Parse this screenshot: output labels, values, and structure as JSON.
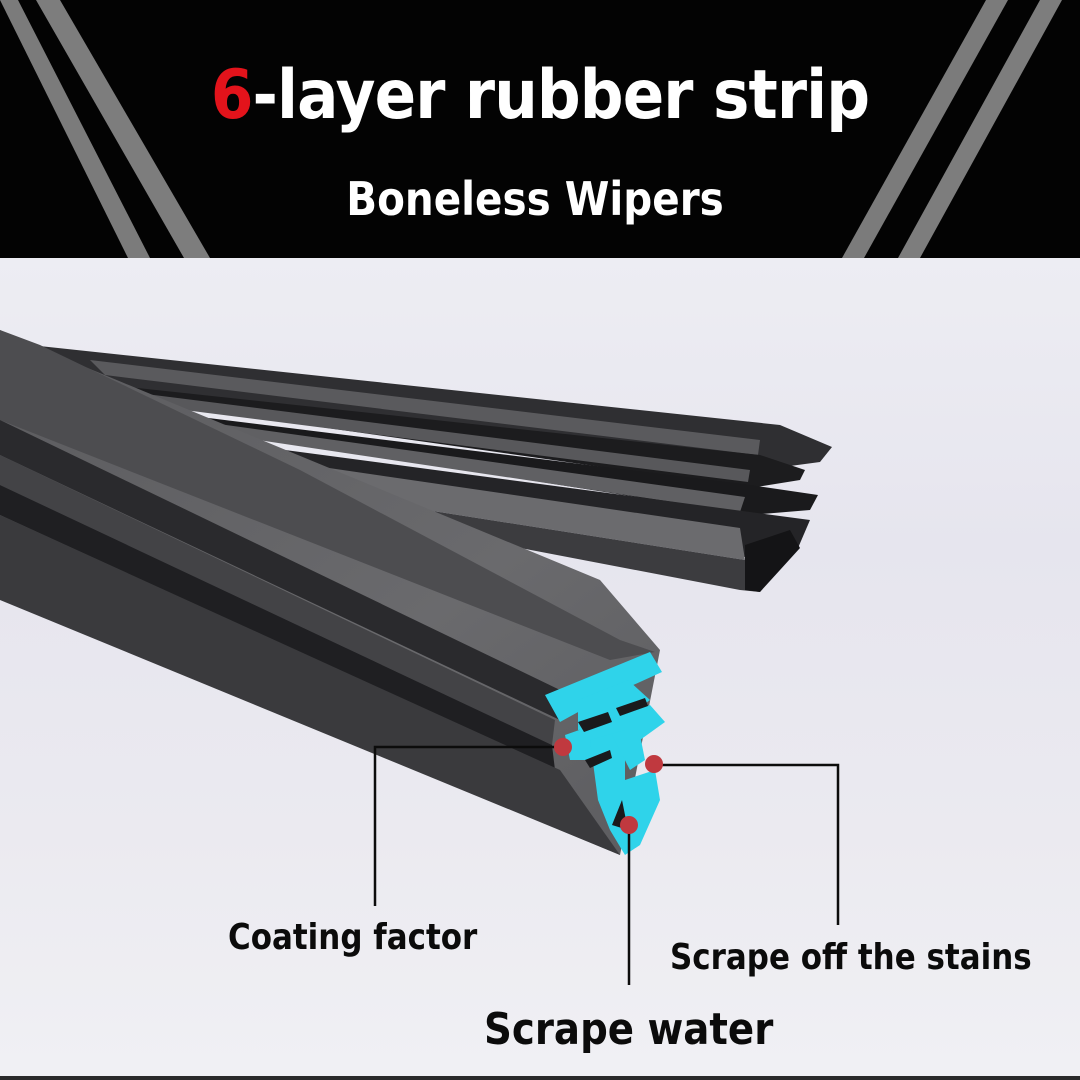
{
  "header": {
    "title_accent": "6",
    "title_rest": "-layer rubber strip",
    "subtitle": "Boneless Wipers"
  },
  "callouts": [
    {
      "id": "coating",
      "label": "Coating factor"
    },
    {
      "id": "stains",
      "label": "Scrape off the stains"
    },
    {
      "id": "water",
      "label": "Scrape water"
    }
  ],
  "colors": {
    "header_bg": "#030303",
    "accent_red": "#e3131b",
    "cross_section": "#2fd3ea",
    "callout_dot": "#c0393f",
    "rubber_dark": "#3a3a3c",
    "rubber_mid": "#555557",
    "background": "#e9e8ef"
  }
}
